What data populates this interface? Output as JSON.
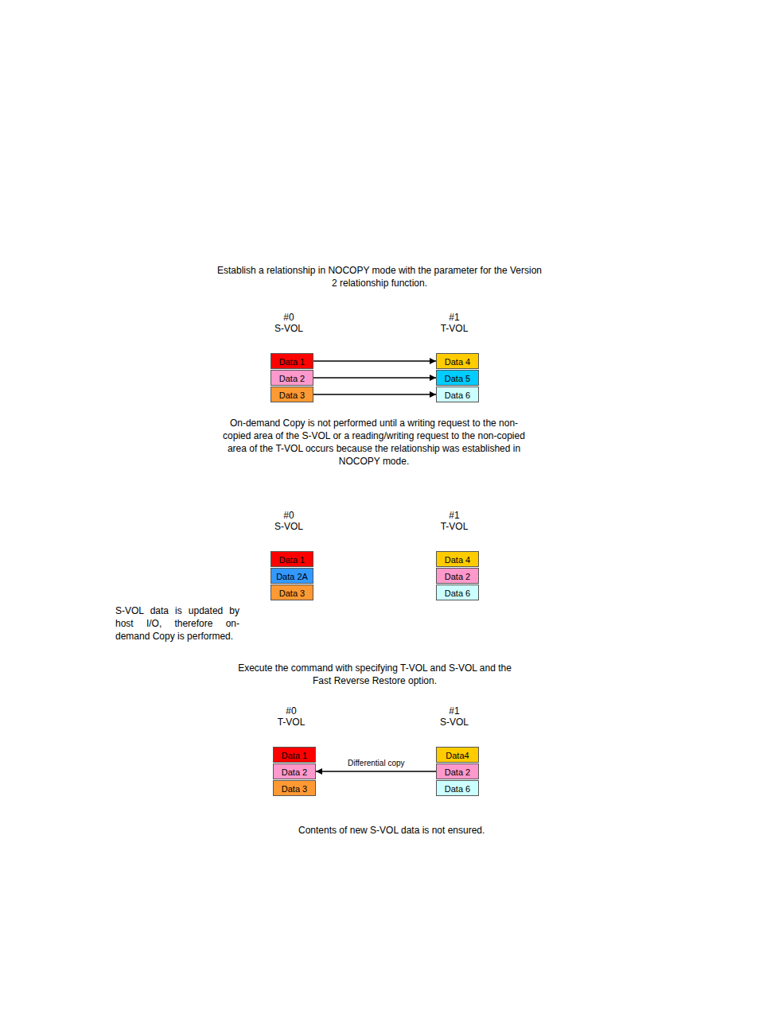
{
  "diagram": {
    "nodes": [
      {
        "text": [
          "#0",
          "S-VOL"
        ]
      },
      {
        "text": [
          "Data 1"
        ],
        "in": 0
      },
      {
        "text": [
          "Data 2"
        ],
        "in": 0
      },
      {
        "text": [
          "Data 3"
        ],
        "in": 0
      },
      {
        "text": [
          "#1",
          "T-VOL"
        ]
      },
      {
        "text": [
          "Data 4"
        ],
        "in": 4
      },
      {
        "text": [
          "Data 5"
        ],
        "in": 4
      },
      {
        "text": [
          "Data 6"
        ],
        "in": 4
      },
      {
        "text": [
          "#0",
          "S-VOL"
        ]
      },
      {
        "text": [
          "Data 1"
        ],
        "in": 8
      },
      {
        "text": [
          "Data 2A"
        ],
        "in": 8
      },
      {
        "text": [
          "Data 3"
        ],
        "in": 8
      },
      {
        "text": [
          "#1",
          "T-VOL"
        ]
      },
      {
        "text": [
          "Data 4"
        ],
        "in": 12
      },
      {
        "text": [
          "Data 2"
        ],
        "in": 12
      },
      {
        "text": [
          "Data 6"
        ],
        "in": 12
      },
      {
        "text": [
          "#0",
          "T-VOL"
        ]
      },
      {
        "text": [
          "Data 1"
        ],
        "in": 16
      },
      {
        "text": [
          "Data 2"
        ],
        "in": 16
      },
      {
        "text": [
          "Data 3"
        ],
        "in": 16
      },
      {
        "text": [
          "#1",
          "S-VOL"
        ]
      },
      {
        "text": [
          "Data4"
        ],
        "in": 20
      },
      {
        "text": [
          "Data 2"
        ],
        "in": 20
      },
      {
        "text": [
          "Data 6"
        ],
        "in": 20
      }
    ],
    "edges": [
      {
        "from": 1,
        "to": 5,
        "arrow": "to"
      },
      {
        "from": 2,
        "to": 6,
        "arrow": "to"
      },
      {
        "from": 3,
        "to": 7,
        "arrow": "to"
      },
      {
        "from": 22,
        "to": 18,
        "label": "Differential copy",
        "arrow": "to"
      }
    ],
    "labels": [
      "Establish a relationship in NOCOPY mode with the parameter for the Version 2 relationship function.",
      "On-demand Copy is not performed until a writing request to the non-copied area of the S-VOL or a reading/writing request to the non-copied area of the T-VOL occurs because the relationship was established in NOCOPY mode.",
      "S-VOL data is updated by host I/O, therefore on-demand Copy is performed.",
      "Execute the command with specifying T-VOL and S-VOL and the Fast Reverse Restore option.",
      "Contents of new S-VOL data is not ensured."
    ]
  }
}
